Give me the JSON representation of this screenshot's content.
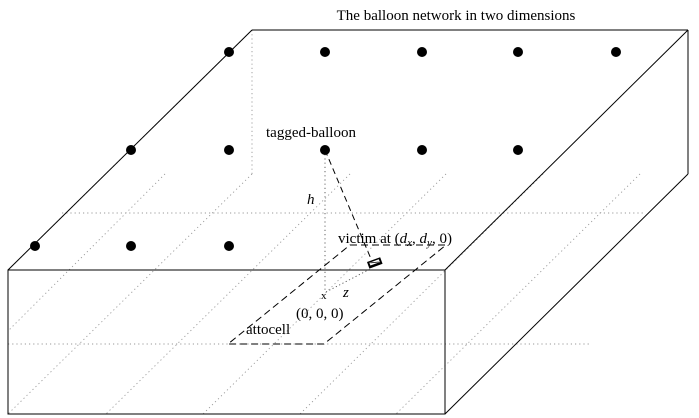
{
  "diagram": {
    "title": "The balloon network in two dimensions",
    "labels": {
      "tagged_balloon": "tagged-balloon",
      "height": "h",
      "victim_prefix": "victim at ",
      "victim_open": "(",
      "victim_dx": "d",
      "victim_dx_sub": "x",
      "victim_sep1": ", ",
      "victim_dy": "d",
      "victim_dy_sub": "y",
      "victim_tail": ", 0)",
      "origin_mark": "x",
      "distance": "z",
      "origin_coords": "(0, 0, 0)",
      "attocell": "attocell"
    }
  }
}
